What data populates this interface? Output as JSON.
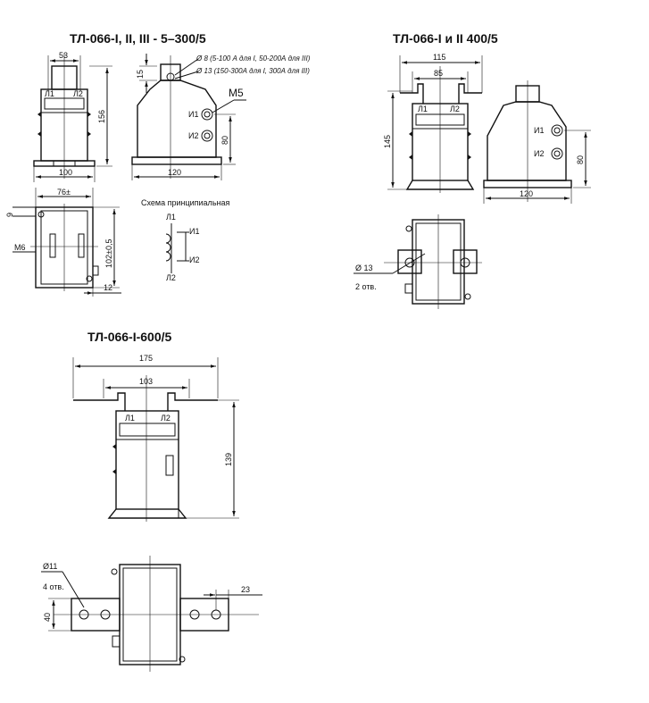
{
  "drawing_1": {
    "title": "ТЛ-066-I, II, III - 5–300/5",
    "front_view": {
      "dim_width_top": "53",
      "dim_width_bottom": "100",
      "dim_height": "156",
      "terminal_l1": "Л1",
      "terminal_l2": "Л2"
    },
    "side_view": {
      "dim_top": "15",
      "dim_thread": "М5",
      "note_d8": "Ø 8 (5-100 А для I, 50-200А для III)",
      "note_d13": "Ø 13 (150-300А для I, 300А для III)",
      "terminal_i1": "И1",
      "terminal_i2": "И2",
      "dim_height": "80",
      "dim_width": "120"
    },
    "top_view": {
      "dim_width": "76±",
      "dim_left_top": "9",
      "dim_thread": "М6",
      "dim_height": "102±0,5",
      "dim_bottom": "12"
    },
    "schematic": {
      "title": "Схема принципиальная",
      "l1": "Л1",
      "l2": "Л2",
      "i1": "И1",
      "i2": "И2"
    }
  },
  "drawing_2": {
    "title": "ТЛ-066-I и II 400/5",
    "front_view": {
      "dim_outer": "115",
      "dim_inner": "85",
      "dim_height": "145",
      "terminal_l1": "Л1",
      "terminal_l2": "Л2"
    },
    "side_view": {
      "terminal_i1": "И1",
      "terminal_i2": "И2",
      "dim_height": "80",
      "dim_width": "120"
    },
    "top_view": {
      "dim_hole": "Ø 13",
      "hole_count": "2 отв."
    }
  },
  "drawing_3": {
    "title": "ТЛ-066-I-600/5",
    "front_view": {
      "dim_outer": "175",
      "dim_inner": "103",
      "dim_height": "139",
      "terminal_l1": "Л1",
      "terminal_l2": "Л2"
    },
    "top_view": {
      "dim_hole": "Ø11",
      "hole_count": "4 отв.",
      "dim_height": "40",
      "dim_right": "23"
    }
  }
}
